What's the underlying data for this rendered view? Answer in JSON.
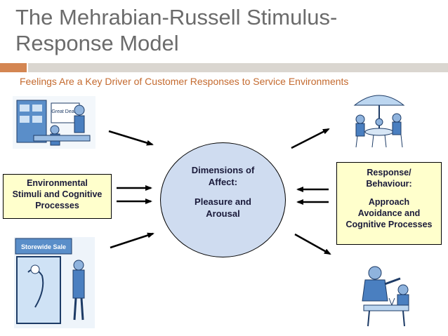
{
  "title": "The Mehrabian-Russell Stimulus-Response Model",
  "subtitle": "Feelings Are a Key Driver of Customer Responses to Service Environments",
  "left_box": {
    "lines": [
      "Environmental",
      "Stimuli and Cognitive",
      "Processes"
    ]
  },
  "center": {
    "heading_lines": [
      "Dimensions of",
      "Affect:"
    ],
    "body_lines": [
      "Pleasure and",
      "Arousal"
    ]
  },
  "right_box": {
    "heading_lines": [
      "Response/",
      "Behaviour:"
    ],
    "body_lines": [
      "Approach",
      "Avoidance and",
      "Cognitive Processes"
    ]
  },
  "illustrations": {
    "top_left_sign": "Great Deals!",
    "bottom_left_sign": "Storewide Sale"
  },
  "colors": {
    "title": "#6b6b6b",
    "subtitle": "#c46a2f",
    "accent": "#d48652",
    "box_fill": "#ffffcc",
    "circle_fill": "#cfdcf0"
  }
}
